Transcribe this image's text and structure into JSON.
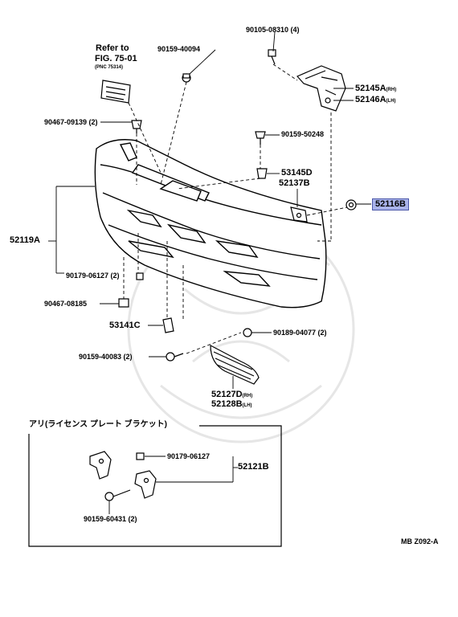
{
  "refer": {
    "line1": "Refer to",
    "line2": "FIG. 75-01",
    "line3": "(PNC 75314)"
  },
  "labels": {
    "p90105": "90105-08310 (4)",
    "p90159_40094": "90159-40094",
    "p52145": "52145A",
    "p52145_suffix": "(RH)",
    "p52146": "52146A",
    "p52146_suffix": "(LH)",
    "p90467_09139": "90467-09139 (2)",
    "p90159_50248": "90159-50248",
    "p53145": "53145D",
    "p52137": "52137B",
    "p52116": "52116B",
    "p52119": "52119A",
    "p90179_top": "90179-06127 (2)",
    "p90467_08185": "90467-08185",
    "p53141": "53141C",
    "p90189": "90189-04077 (2)",
    "p90159_40083": "90159-40083 (2)",
    "p52127": "52127D",
    "p52127_suffix": "(RH)",
    "p52128": "52128B",
    "p52128_suffix": "(LH)",
    "inset_title": "アリ(ライセンス プレート ブラケット)",
    "p90179_inset": "90179-06127",
    "p52121": "52121B",
    "p90159_60431": "90159-60431 (2)",
    "figure_code": "MB Z092-A"
  },
  "colors": {
    "highlight_fill": "#a9b3ea",
    "highlight_border": "#4a56a8",
    "line": "#000000",
    "watermark": "#e4e4e4"
  }
}
